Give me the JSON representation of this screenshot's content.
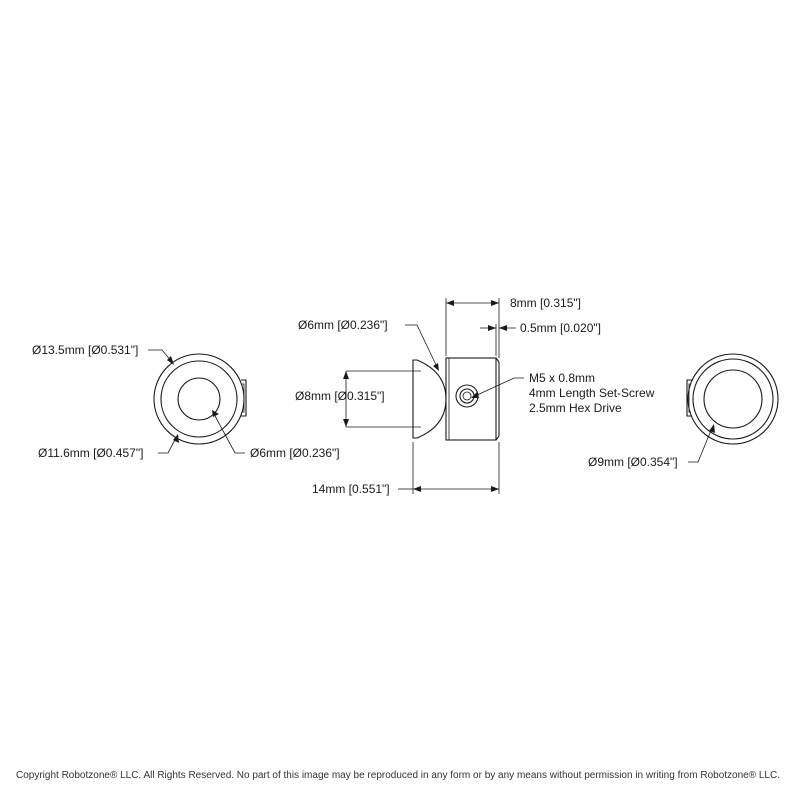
{
  "dimensions": {
    "od_flange": "Ø13.5mm [Ø0.531\"]",
    "od_inner": "Ø11.6mm [Ø0.457\"]",
    "bore_left": "Ø6mm [Ø0.236\"]",
    "groove_dia": "Ø6mm [Ø0.236\"]",
    "hub_dia": "Ø8mm [Ø0.315\"]",
    "hub_length": "8mm [0.315\"]",
    "chamfer": "0.5mm [0.020\"]",
    "overall_length": "14mm [0.551\"]",
    "right_dia": "Ø9mm [Ø0.354\"]"
  },
  "set_screw": {
    "line1": "M5 x 0.8mm",
    "line2": "4mm Length Set-Screw",
    "line3": "2.5mm Hex Drive"
  },
  "footer": {
    "copyright": "Copyright Robotzone® LLC.  All Rights Reserved. No part of this image may be reproduced in any form or by any means without permission in writing from Robotzone® LLC."
  }
}
